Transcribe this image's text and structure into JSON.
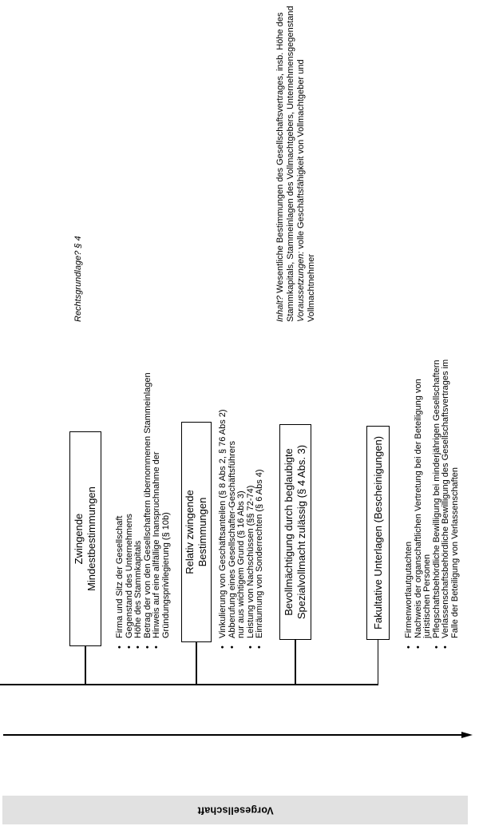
{
  "phase_bar": {
    "label": "Vorgesellschaft",
    "bg_color": "#e1e1e1"
  },
  "ink_color": "#000000",
  "annotations": {
    "rechtsgrundlage": "Rechtsgrundlage? § 4",
    "inhalt": {
      "line1_lead": "Inhalt?",
      "line1_rest": " Wesentliche Bestimmungen des Gesellschaftsvertrages, insb. Höhe des",
      "line2": "Stammkapitals, Stammeinlagen des Vollmachtgebers, Unternehmensgegenstand",
      "line3_lead": "Voraussetzungen:",
      "line3_rest": " volle Geschäftsfähigkeit von Vollmachtgeber und",
      "line4": "Vollmachtnehmer"
    }
  },
  "rows": [
    {
      "title_lines": [
        "Zwingende",
        "Mindestbestimmungen"
      ],
      "bullets": [
        {
          "lines": [
            "Firma und Sitz der Gesellschaft"
          ]
        },
        {
          "lines": [
            "Gegenstand des Unternehmens"
          ]
        },
        {
          "lines": [
            "Höhe des Stammkapitals"
          ]
        },
        {
          "lines": [
            "Betrag der von den Gesellschaftern übernommenen Stammeinlagen"
          ]
        },
        {
          "lines": [
            "Hinweis auf eine allfällige Inanspruchnahme der",
            "Gründungsprivilegierung (§ 10b)"
          ]
        }
      ]
    },
    {
      "title_lines": [
        "Relativ zwingende",
        "Bestimmungen"
      ],
      "bullets": [
        {
          "lines": [
            "Vinkulierung von Geschäftsanteilen (§ 8 Abs 2, § 76 Abs 2)"
          ]
        },
        {
          "lines": [
            "Abberufung eines Gesellschafter-Geschäftsführers",
            "nur aus wichtigem Grund (§ 16 Abs 3)"
          ]
        },
        {
          "lines": [
            "Leistung von Nachschüssen (§§ 72-74)"
          ]
        },
        {
          "lines": [
            "Einräumung von Sonderrechten (§ 6 Abs 4)"
          ]
        }
      ]
    },
    {
      "title_lines": [
        "Bevollmächtigung durch beglaubigte",
        "Spezialvollmacht zulässig (§ 4 Abs. 3)"
      ],
      "bullets": []
    },
    {
      "title_lines": [
        "Fakultative Unterlagen (Bescheinigungen)"
      ],
      "bullets": [
        {
          "lines": [
            "Firmenwortlautgutachten"
          ]
        },
        {
          "lines": [
            "Nachweis der organschaftlichen Vertretung bei der Beteiligung von",
            "juristischen Personen"
          ]
        },
        {
          "lines": [
            "Pflegschaftsbehördliche Bewilligung bei minderjährigen Gesellschaftern"
          ]
        },
        {
          "lines": [
            "Verlassenschaftsbehördliche Bewilligung des Gesellschaftsvertrages im",
            "Falle der Beteiligung von Verlassenschaften"
          ]
        }
      ]
    }
  ]
}
